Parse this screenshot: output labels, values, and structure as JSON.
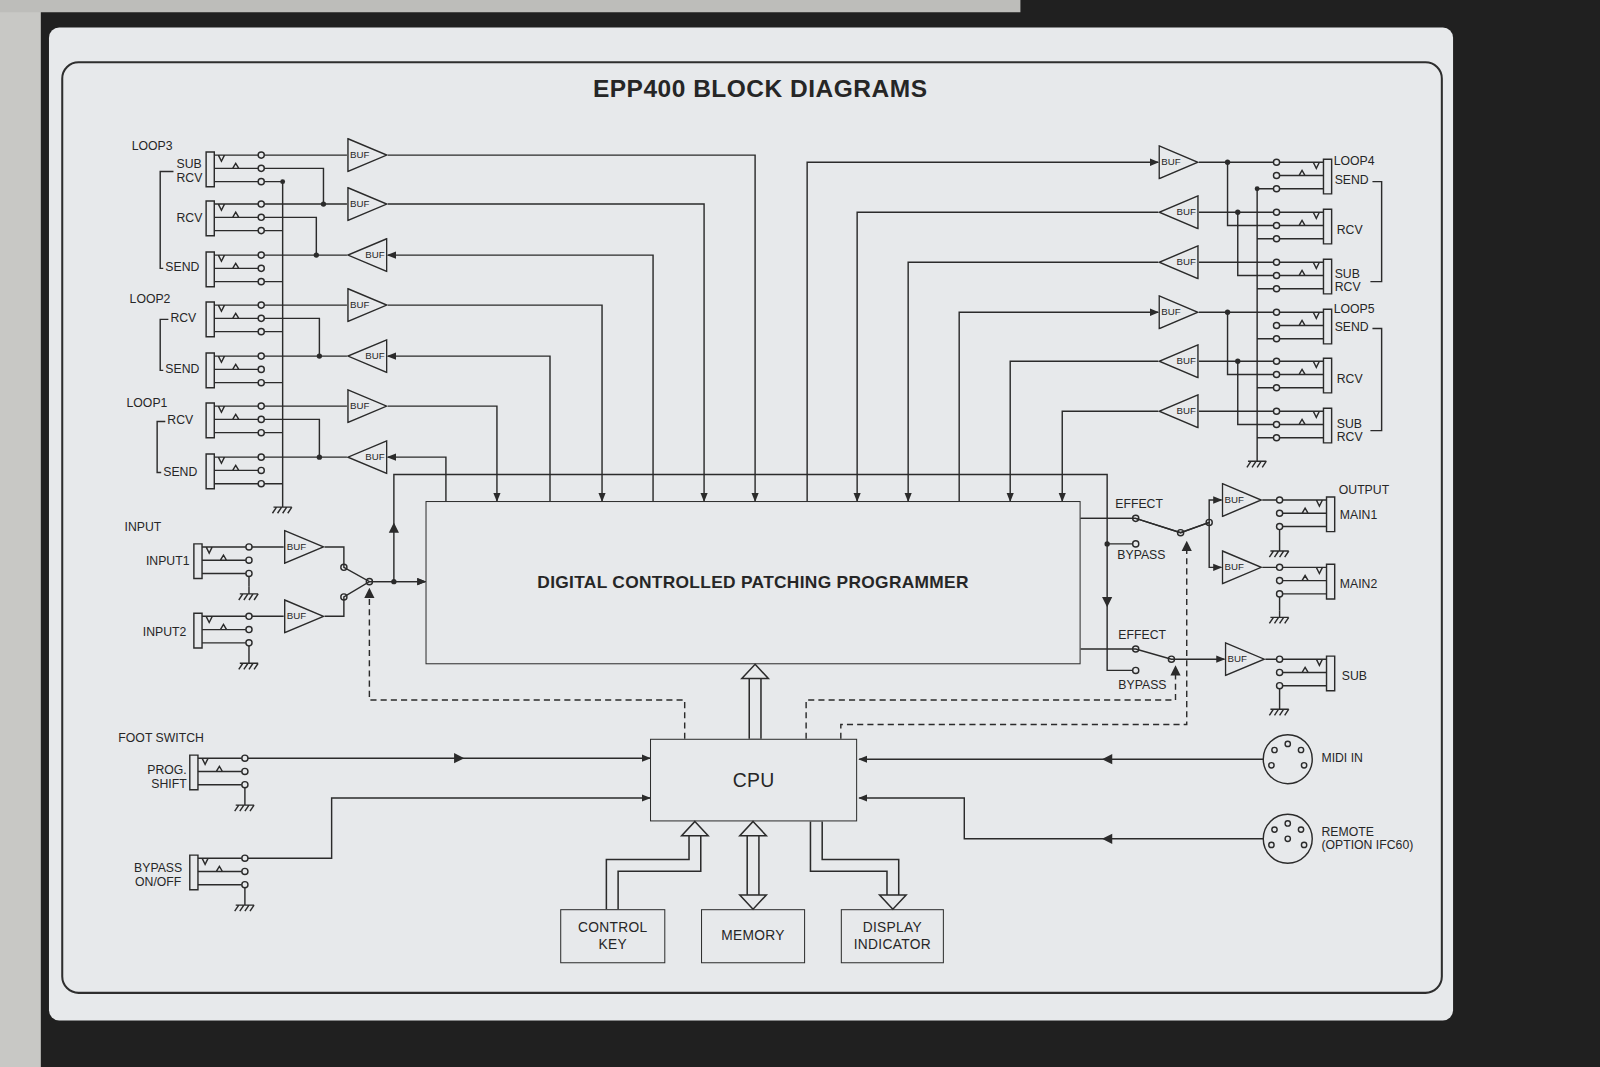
{
  "diagram": {
    "title": "EPP400 BLOCK DIAGRAMS",
    "nodes": [
      {
        "text": [
          "DIGITAL CONTROLLED PATCHING PROGRAMMER"
        ]
      },
      {
        "text": [
          "CPU"
        ]
      },
      {
        "text": [
          "CONTROL KEY"
        ]
      },
      {
        "text": [
          "MEMORY"
        ]
      },
      {
        "text": [
          "DISPLAY INDICATOR"
        ]
      },
      {
        "text": [
          "BUF"
        ]
      },
      {
        "text": [
          "BUF"
        ]
      },
      {
        "text": [
          "BUF"
        ]
      },
      {
        "text": [
          "BUF"
        ]
      },
      {
        "text": [
          "BUF"
        ]
      },
      {
        "text": [
          "BUF"
        ]
      },
      {
        "text": [
          "BUF"
        ]
      },
      {
        "text": [
          "BUF"
        ]
      },
      {
        "text": [
          "BUF"
        ]
      },
      {
        "text": [
          "BUF"
        ]
      },
      {
        "text": [
          "BUF"
        ]
      },
      {
        "text": [
          "BUF"
        ]
      },
      {
        "text": [
          "BUF"
        ]
      },
      {
        "text": [
          "BUF"
        ]
      },
      {
        "text": [
          "BUF"
        ]
      },
      {
        "text": [
          "BUF"
        ]
      },
      {
        "text": [
          "BUF"
        ]
      },
      {
        "text": [
          "BUF"
        ]
      }
    ],
    "edges": [
      {
        "from": 5,
        "to": 0,
        "arrow": "to"
      },
      {
        "from": 6,
        "to": 0,
        "arrow": "to"
      },
      {
        "from": 0,
        "to": 7,
        "arrow": "to"
      },
      {
        "from": 8,
        "to": 0,
        "arrow": "to"
      },
      {
        "from": 0,
        "to": 9,
        "arrow": "to"
      },
      {
        "from": 10,
        "to": 0,
        "arrow": "to"
      },
      {
        "from": 0,
        "to": 11,
        "arrow": "to"
      },
      {
        "from": 0,
        "to": 12,
        "arrow": "to"
      },
      {
        "from": 13,
        "to": 0,
        "arrow": "to"
      },
      {
        "from": 14,
        "to": 0,
        "arrow": "to"
      },
      {
        "from": 0,
        "to": 15,
        "arrow": "to"
      },
      {
        "from": 16,
        "to": 0,
        "arrow": "to"
      },
      {
        "from": 17,
        "to": 0,
        "arrow": "to"
      },
      {
        "from": 18,
        "to": 0,
        "arrow": "to"
      },
      {
        "from": 19,
        "to": 0,
        "arrow": "to"
      },
      {
        "from": 0,
        "to": 20,
        "arrow": "to"
      },
      {
        "from": 0,
        "to": 21,
        "arrow": "to"
      },
      {
        "from": 0,
        "to": 22,
        "arrow": "to"
      },
      {
        "from": 1,
        "to": 0,
        "arrow": "to"
      },
      {
        "from": 2,
        "to": 1,
        "arrow": "to"
      },
      {
        "from": 3,
        "to": 1,
        "arrow": "both"
      },
      {
        "from": 1,
        "to": 4,
        "arrow": "to"
      }
    ],
    "labels": [
      "LOOP3",
      "SUB RCV",
      "RCV",
      "SEND",
      "LOOP2",
      "RCV",
      "SEND",
      "LOOP1",
      "RCV",
      "SEND",
      "INPUT",
      "INPUT1",
      "INPUT2",
      "FOOT SWITCH",
      "PROG. SHIFT",
      "BYPASS ON/OFF",
      "LOOP4",
      "SEND",
      "RCV",
      "SUB RCV",
      "LOOP5",
      "SEND",
      "RCV",
      "SUB RCV",
      "OUTPUT",
      "MAIN1",
      "MAIN2",
      "SUB",
      "EFFECT",
      "BYPASS",
      "EFFECT",
      "BYPASS",
      "MIDI IN",
      "REMOTE (OPTION IFC60)"
    ]
  }
}
